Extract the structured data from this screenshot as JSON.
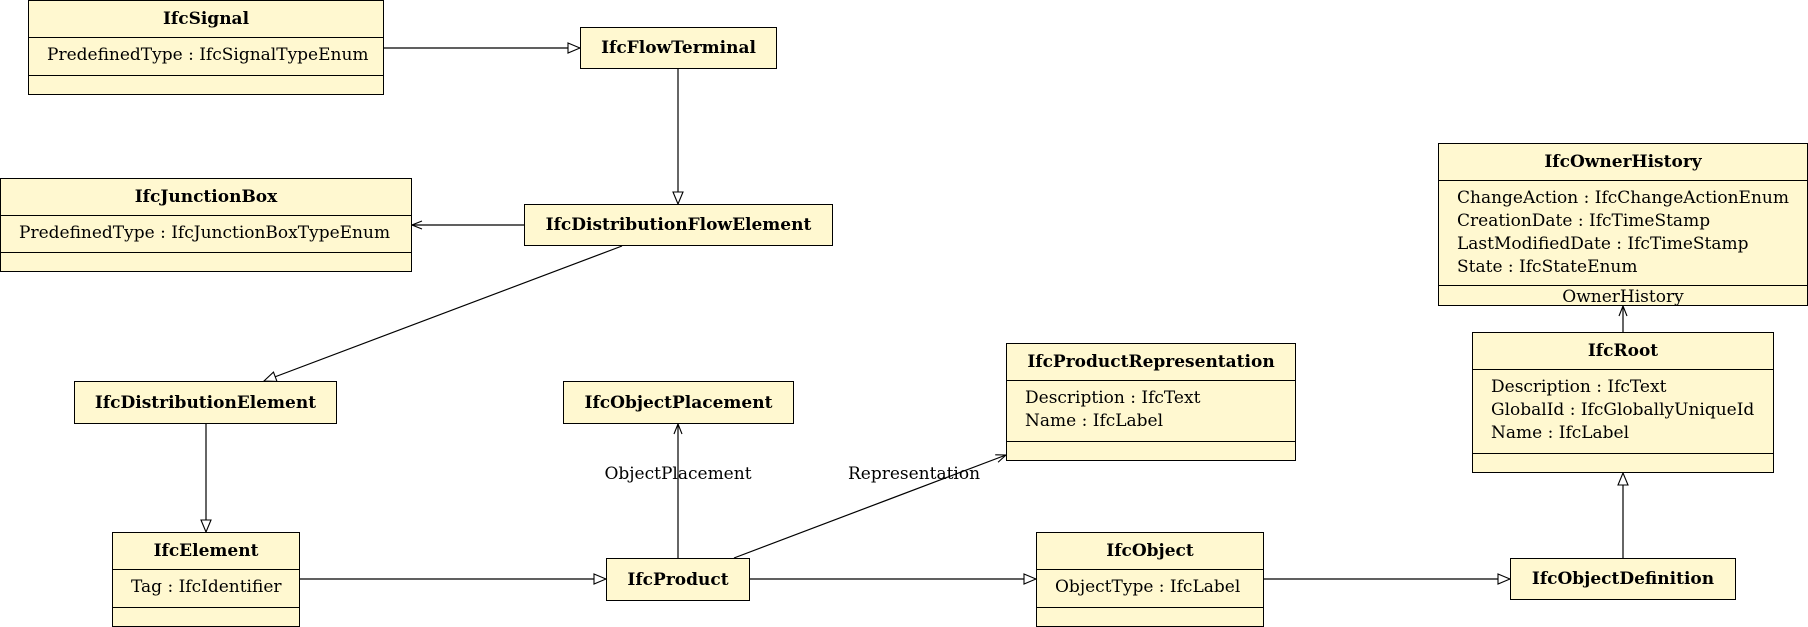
{
  "classes": {
    "signal": {
      "name": "IfcSignal",
      "attributes": [
        "PredefinedType : IfcSignalTypeEnum"
      ]
    },
    "flow_terminal": {
      "name": "IfcFlowTerminal",
      "attributes": []
    },
    "junction_box": {
      "name": "IfcJunctionBox",
      "attributes": [
        "PredefinedType : IfcJunctionBoxTypeEnum"
      ]
    },
    "distribution_flow_element": {
      "name": "IfcDistributionFlowElement",
      "attributes": []
    },
    "owner_history": {
      "name": "IfcOwnerHistory",
      "attributes": [
        "ChangeAction : IfcChangeActionEnum",
        "CreationDate : IfcTimeStamp",
        "LastModifiedDate : IfcTimeStamp",
        "State : IfcStateEnum"
      ]
    },
    "root": {
      "name": "IfcRoot",
      "attributes": [
        "Description : IfcText",
        "GlobalId : IfcGloballyUniqueId",
        "Name : IfcLabel"
      ]
    },
    "product_representation": {
      "name": "IfcProductRepresentation",
      "attributes": [
        "Description : IfcText",
        "Name : IfcLabel"
      ]
    },
    "distribution_element": {
      "name": "IfcDistributionElement",
      "attributes": []
    },
    "object_placement": {
      "name": "IfcObjectPlacement",
      "attributes": []
    },
    "element": {
      "name": "IfcElement",
      "attributes": [
        "Tag : IfcIdentifier"
      ]
    },
    "product": {
      "name": "IfcProduct",
      "attributes": []
    },
    "object": {
      "name": "IfcObject",
      "attributes": [
        "ObjectType : IfcLabel"
      ]
    },
    "object_definition": {
      "name": "IfcObjectDefinition",
      "attributes": []
    }
  },
  "associations": {
    "object_placement": "ObjectPlacement",
    "representation": "Representation",
    "owner_history": "OwnerHistory"
  },
  "colors": {
    "class_fill": "#fff8d0",
    "line": "#000000"
  }
}
